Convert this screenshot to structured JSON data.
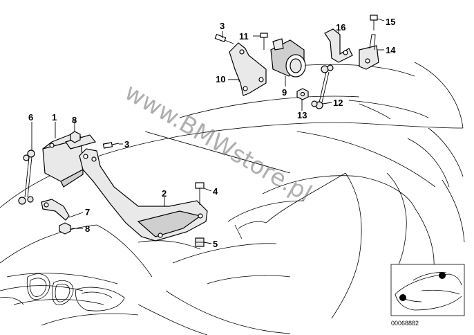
{
  "callouts": {
    "c1": "1",
    "c2": "2",
    "c3a": "3",
    "c3b": "3",
    "c4": "4",
    "c5": "5",
    "c6": "6",
    "c7": "7",
    "c8a": "8",
    "c8b": "8",
    "c9": "9",
    "c10": "10",
    "c11": "11",
    "c12": "12",
    "c13": "13",
    "c14": "14",
    "c15": "15",
    "c16": "16"
  },
  "watermark": "www.BMWstore.pl",
  "reference_number": "00068882"
}
